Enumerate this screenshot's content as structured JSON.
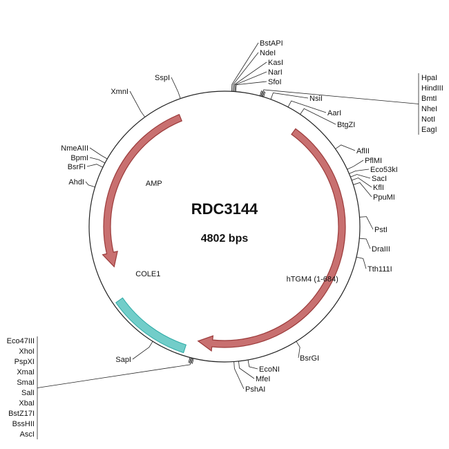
{
  "plasmid": {
    "name": "RDC3144",
    "size_label": "4802 bps",
    "length": 4802
  },
  "features": [
    {
      "name": "AMP",
      "type": "arrow",
      "start_deg": 338,
      "end_deg": 250,
      "direction": "ccw",
      "color": "#c87070",
      "stroke": "#9b3a3a"
    },
    {
      "name": "hTGM4 (1-684)",
      "type": "arrow",
      "start_deg": 36,
      "end_deg": 193,
      "direction": "cw",
      "color": "#c87070",
      "stroke": "#9b3a3a"
    },
    {
      "name": "COLE1",
      "type": "box",
      "start_deg": 198,
      "end_deg": 235,
      "color": "#72cdc9",
      "stroke": "#2aa9a4"
    }
  ],
  "sites": [
    {
      "name": "BstAPI",
      "angle": 3
    },
    {
      "name": "NdeI",
      "angle": 3.5
    },
    {
      "name": "KasI",
      "angle": 4
    },
    {
      "name": "NarI",
      "angle": 4.4
    },
    {
      "name": "SfoI",
      "angle": 4.8
    },
    {
      "name": "NsiI",
      "angle": 20
    },
    {
      "name": "AarI",
      "angle": 28
    },
    {
      "name": "BtgZI",
      "angle": 34
    },
    {
      "name": "AflII",
      "angle": 55
    },
    {
      "name": "PflMI",
      "angle": 65
    },
    {
      "name": "Eco53kI",
      "angle": 67
    },
    {
      "name": "SacI",
      "angle": 68.5
    },
    {
      "name": "KflI",
      "angle": 70
    },
    {
      "name": "PpuMI",
      "angle": 72
    },
    {
      "name": "PstI",
      "angle": 86
    },
    {
      "name": "DraIII",
      "angle": 95
    },
    {
      "name": "Tth111I",
      "angle": 103
    },
    {
      "name": "BsrGI",
      "angle": 148
    },
    {
      "name": "EcoNI",
      "angle": 170
    },
    {
      "name": "MfeI",
      "angle": 174
    },
    {
      "name": "PshAI",
      "angle": 176
    },
    {
      "name": "SapI",
      "angle": 212
    },
    {
      "name": "AhdI",
      "angle": 287
    },
    {
      "name": "BsrFI",
      "angle": 296
    },
    {
      "name": "BpmI",
      "angle": 298
    },
    {
      "name": "NmeAIII",
      "angle": 300
    },
    {
      "name": "XmnI",
      "angle": 324
    },
    {
      "name": "SspI",
      "angle": 341
    }
  ],
  "site_groups": [
    {
      "side": "right",
      "angle": 16,
      "names": [
        "HpaI",
        "HindIII",
        "BmtI",
        "NheI",
        "NotI",
        "EagI"
      ]
    },
    {
      "side": "left",
      "angle": 194,
      "names": [
        "Eco47III",
        "XhoI",
        "PspXI",
        "XmaI",
        "SmaI",
        "SalI",
        "XbaI",
        "BstZ17I",
        "BssHII",
        "AscI"
      ]
    }
  ]
}
